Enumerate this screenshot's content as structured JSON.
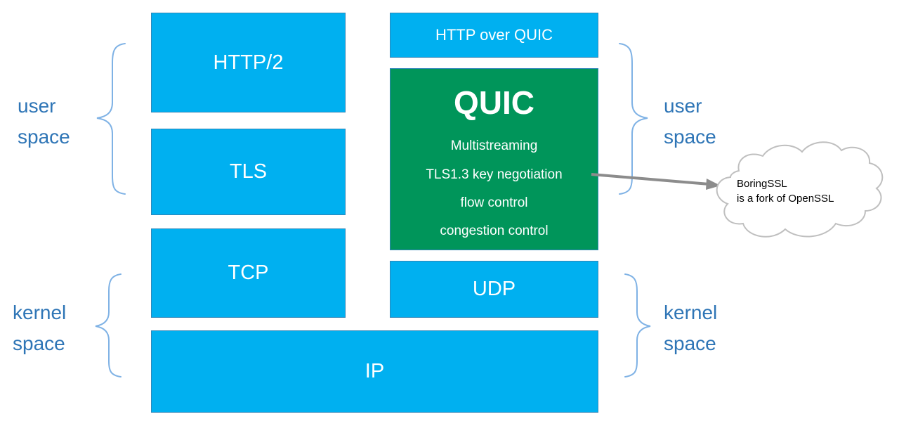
{
  "layers": {
    "http2": "HTTP/2",
    "tls": "TLS",
    "tcp": "TCP",
    "http_over_quic": "HTTP over QUIC",
    "udp": "UDP",
    "ip": "IP"
  },
  "quic": {
    "title": "QUIC",
    "features": [
      "Multistreaming",
      "TLS1.3 key negotiation",
      "flow control",
      "congestion control"
    ]
  },
  "labels": {
    "left_user": [
      "user",
      "space"
    ],
    "left_kernel": [
      "kernel",
      "space"
    ],
    "right_user": [
      "user",
      "space"
    ],
    "right_kernel": [
      "kernel",
      "space"
    ]
  },
  "callout": {
    "lines": [
      "BoringSSL",
      "is a fork of OpenSSL"
    ]
  },
  "colors": {
    "layer_fill": "#00b0f0",
    "quic_fill": "#00955a",
    "label_text": "#2e75b6",
    "brace": "#7fb2e5"
  }
}
